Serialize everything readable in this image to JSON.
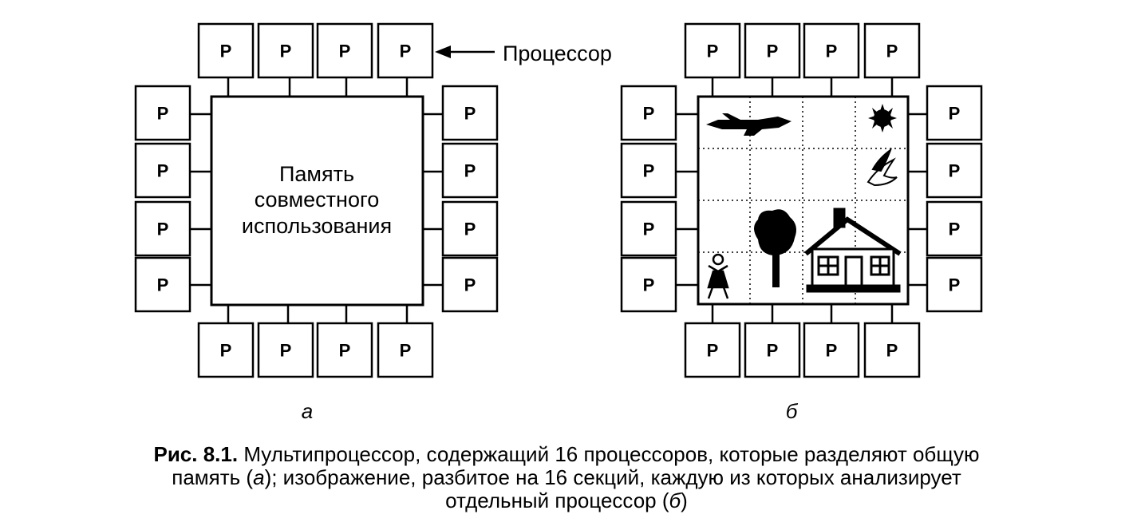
{
  "processor_label": "P",
  "processor_arrow_label": "Процессор",
  "memory_label_lines": [
    "Память",
    "совместного",
    "использования"
  ],
  "subfigure_labels": {
    "a": "а",
    "b": "б"
  },
  "caption": {
    "fig_number": "Рис. 8.1.",
    "line1": " Мультипроцессор, содержащий 16 процессоров, которые разделяют общую",
    "line2_before": "память (",
    "line2_a": "а",
    "line2_after": "); изображение, разбитое на 16 секций, каждую из которых анализирует",
    "line3_before": "отдельный процессор (",
    "line3_b": "б",
    "line3_after": ")"
  },
  "image_icons": [
    "airplane-icon",
    "sun-icon",
    "bird-icon",
    "tree-icon",
    "house-icon",
    "person-icon"
  ]
}
